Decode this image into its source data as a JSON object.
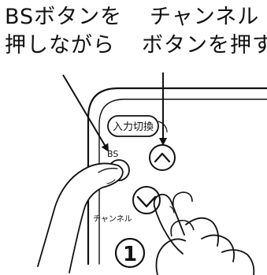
{
  "captions": {
    "left_line1": "BSボタンを",
    "left_line2": "押しながら",
    "right_line1": "チャンネル",
    "right_line2": "ボタンを押す"
  },
  "remote": {
    "input_switch_label": "入力切換",
    "bs_label": "BS",
    "channel_label": "チャンネル",
    "number_label": "1"
  },
  "icons": {
    "channel_up": "chevron-up-icon",
    "channel_down": "chevron-down-icon"
  },
  "colors": {
    "ink": "#111111",
    "paper": "#ffffff"
  }
}
